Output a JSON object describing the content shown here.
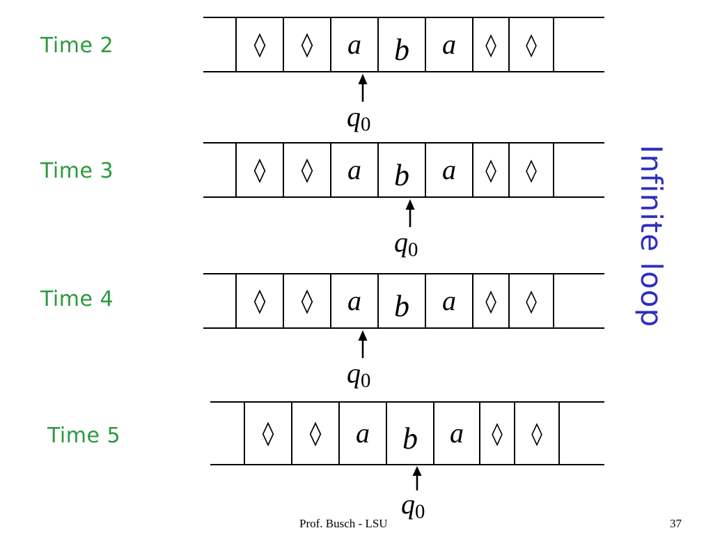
{
  "slide": {
    "background_color": "#ffffff",
    "label_color": "#2b9a3e",
    "note_color": "#2e2ec0",
    "ink_color": "#000000"
  },
  "annotation": {
    "vertical_note": "Infinite loop"
  },
  "footer": {
    "credit": "Prof. Busch - LSU",
    "page_number": "37"
  },
  "symbols": {
    "blank": "◊",
    "a": "a",
    "b": "b"
  },
  "rows": [
    {
      "label": "Time 2",
      "state": "q",
      "state_subscript": "0",
      "head_cell_index": 3,
      "cells": [
        "",
        "◊",
        "◊",
        "a",
        "b",
        "a",
        "◊",
        "◊",
        ""
      ]
    },
    {
      "label": "Time 3",
      "state": "q",
      "state_subscript": "0",
      "head_cell_index": 4,
      "cells": [
        "",
        "◊",
        "◊",
        "a",
        "b",
        "a",
        "◊",
        "◊",
        ""
      ]
    },
    {
      "label": "Time 4",
      "state": "q",
      "state_subscript": "0",
      "head_cell_index": 3,
      "cells": [
        "",
        "◊",
        "◊",
        "a",
        "b",
        "a",
        "◊",
        "◊",
        ""
      ]
    },
    {
      "label": "Time 5",
      "state": "q",
      "state_subscript": "0",
      "head_cell_index": 4,
      "cells": [
        "",
        "◊",
        "◊",
        "a",
        "b",
        "a",
        "◊",
        "◊",
        ""
      ]
    }
  ]
}
